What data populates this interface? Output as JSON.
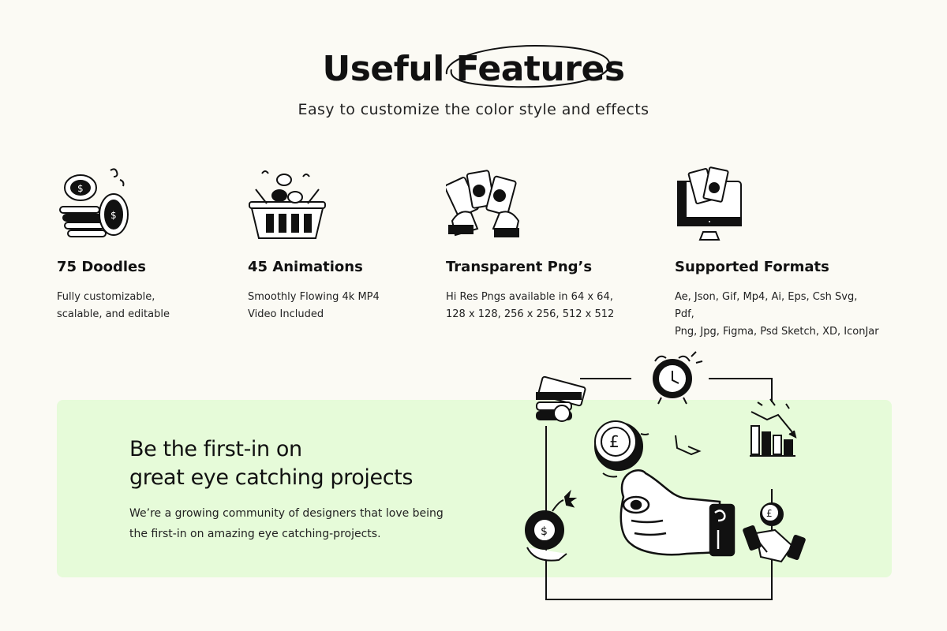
{
  "header": {
    "title_part1": "Useful",
    "title_part2": "Features",
    "subtitle": "Easy to customize the color style and effects"
  },
  "features": [
    {
      "icon": "coins-stack-icon",
      "title": "75 Doodles",
      "description": "Fully customizable,\nscalable, and editable"
    },
    {
      "icon": "shopping-basket-icon",
      "title": "45 Animations",
      "description": "Smoothly Flowing 4k MP4\nVideo Included"
    },
    {
      "icon": "hands-holding-money-icon",
      "title": "Transparent Png’s",
      "description": "Hi Res Pngs available in 64 x 64,\n128 x 128, 256 x 256, 512 x 512"
    },
    {
      "icon": "monitor-money-icon",
      "title": "Supported Formats",
      "description": "Ae, Json, Gif, Mp4, Ai, Eps, Csh Svg, Pdf,\nPng, Jpg, Figma, Psd Sketch, XD, IconJar"
    }
  ],
  "banner": {
    "heading_line1": "Be the first-in on",
    "heading_line2": "great eye catching projects",
    "text_line1": "We’re a growing community of designers that love being",
    "text_line2": "the first-in on amazing eye catching-projects.",
    "background_color": "#e6fbd9",
    "illustration_icons": [
      "money-stack-icon",
      "alarm-clock-icon",
      "chart-down-icon",
      "pound-coin-icon",
      "thumb-flick-hand-icon",
      "bomb-icon",
      "handshake-icon"
    ]
  }
}
